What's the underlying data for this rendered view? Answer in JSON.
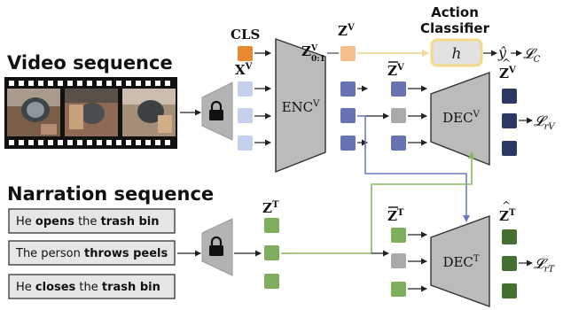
{
  "headings": {
    "video": "Video sequence",
    "narration": "Narration sequence",
    "action_classifier": [
      "Action",
      "Classifier"
    ]
  },
  "narrations": [
    [
      {
        "t": "He ",
        "b": false
      },
      {
        "t": "opens",
        "b": true
      },
      {
        "t": " the ",
        "b": false
      },
      {
        "t": "trash bin",
        "b": true
      }
    ],
    [
      {
        "t": "The person ",
        "b": false
      },
      {
        "t": "throws peels",
        "b": true
      }
    ],
    [
      {
        "t": "He ",
        "b": false
      },
      {
        "t": "closes",
        "b": true
      },
      {
        "t": " the ",
        "b": false
      },
      {
        "t": "trash bin",
        "b": true
      }
    ]
  ],
  "labels": {
    "cls": "CLS",
    "xv": "X",
    "xv_sup": "V",
    "zv_head": "Z",
    "zv_head_sup": "V",
    "z01": "Z",
    "z01_sup": "V",
    "z01_sub": "0:1",
    "zbar_v": "Z",
    "zbar_v_sup": "V",
    "zhat_v": "Z",
    "zhat_v_sup": "V",
    "zt": "Z",
    "zt_sup": "T",
    "zbar_t": "Z",
    "zbar_t_sup": "T",
    "zhat_t": "Z",
    "zhat_t_sup": "T",
    "enc": "ENC",
    "enc_sup": "V",
    "dec_v": "DEC",
    "dec_v_sup": "V",
    "dec_t": "DEC",
    "dec_t_sup": "T",
    "h": "h",
    "yhat": "ŷ",
    "loss_c": "𝓛",
    "loss_c_sub": "C",
    "loss_rv": "𝓛",
    "loss_rv_sub": "rV",
    "loss_rt": "𝓛",
    "loss_rt_sub": "rT"
  },
  "icons": {
    "lock_video": "lock-icon",
    "lock_text": "lock-icon"
  },
  "colors": {
    "cls_token": "#e8892f",
    "xv_token": "#c5d0ee",
    "zv_token": "#6874b2",
    "zcls_token": "#f6be8e",
    "zhat_v_token": "#2b3a64",
    "zt_token": "#7faf5e",
    "zhat_t_token": "#456f30",
    "mask_token": "#aaaaaa",
    "encoder_fill": "#bbbbbb",
    "classifier_fill": "#e2e2e2",
    "classifier_border": "#f5d98a",
    "video_arrow": "#6d7ec0",
    "text_arrow": "#8ab861",
    "cls_arrow": "#f3d79c"
  }
}
